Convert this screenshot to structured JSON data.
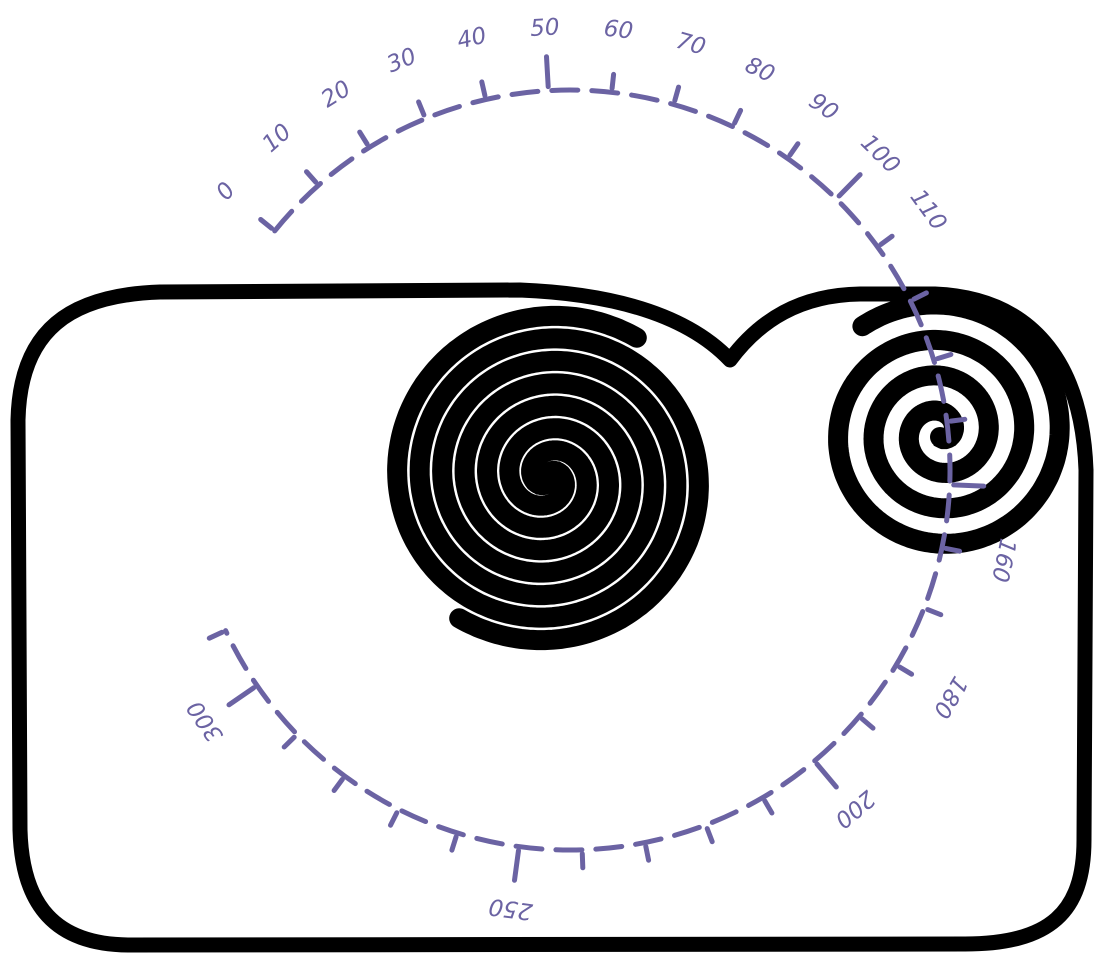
{
  "colors": {
    "ink": "#000000",
    "scale": "#6b63a3",
    "background": "#ffffff"
  },
  "scale": {
    "min": 0,
    "max": 310,
    "start_angle_deg": 219,
    "sweep_deg": 296,
    "minor_step": 10,
    "labels": [
      {
        "value": 0,
        "text": "0"
      },
      {
        "value": 10,
        "text": "10"
      },
      {
        "value": 20,
        "text": "20"
      },
      {
        "value": 30,
        "text": "30"
      },
      {
        "value": 40,
        "text": "40"
      },
      {
        "value": 50,
        "text": "50"
      },
      {
        "value": 60,
        "text": "60"
      },
      {
        "value": 70,
        "text": "70"
      },
      {
        "value": 80,
        "text": "80"
      },
      {
        "value": 90,
        "text": "90"
      },
      {
        "value": 100,
        "text": "100"
      },
      {
        "value": 110,
        "text": "110"
      },
      {
        "value": 160,
        "text": "160"
      },
      {
        "value": 180,
        "text": "180"
      },
      {
        "value": 200,
        "text": "200"
      },
      {
        "value": 250,
        "text": "250"
      },
      {
        "value": 300,
        "text": "300"
      }
    ],
    "major_values": [
      50,
      100,
      150,
      200,
      250,
      300
    ]
  },
  "figures": {
    "outer_frame": "rounded-rectangle",
    "spiral_left": "open spiral",
    "spiral_right": "closed spiral"
  }
}
